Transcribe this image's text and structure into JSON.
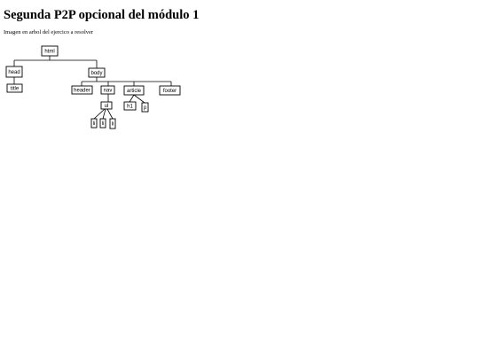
{
  "document": {
    "title": "Segunda P2P opcional del módulo 1",
    "subtitle": "Imagen en arbol del ejercico a resolver"
  },
  "tree": {
    "nodes": {
      "html": "html",
      "head": "head",
      "title": "title",
      "body": "body",
      "header": "header",
      "nav": "nav",
      "article": "article",
      "footer": "footer",
      "ul": "ul",
      "li_1": "li",
      "li_2": "li",
      "li_3": "li",
      "h1": "h1",
      "p": "p"
    }
  }
}
